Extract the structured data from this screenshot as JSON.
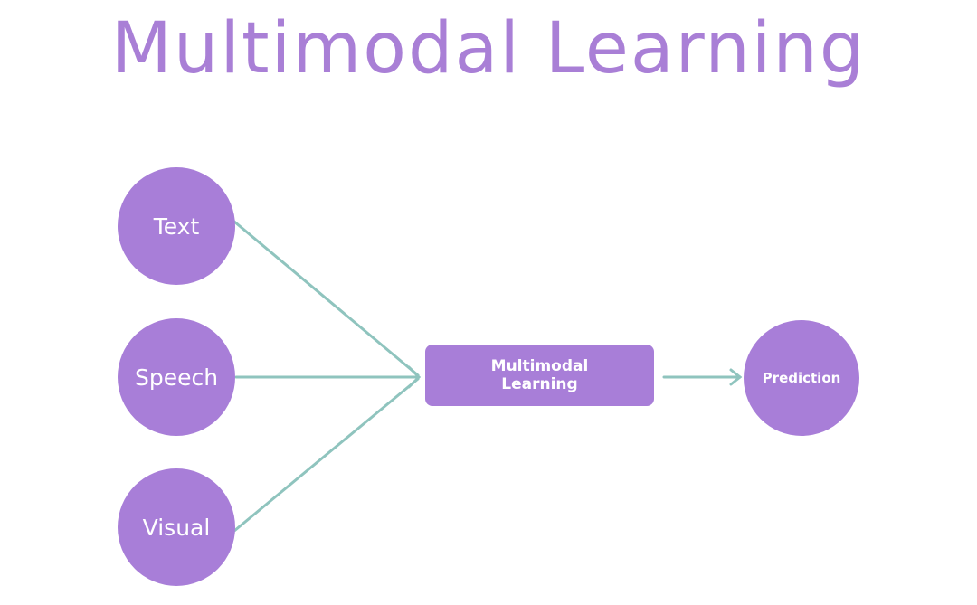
{
  "title": "Multimodal Learning",
  "inputs": [
    {
      "label": "Text"
    },
    {
      "label": "Speech"
    },
    {
      "label": "Visual"
    }
  ],
  "center": {
    "line1": "Multimodal",
    "line2": "Learning"
  },
  "output": {
    "label": "Prediction"
  },
  "colors": {
    "node_fill": "#a87ed8",
    "title_color": "#a97fd6",
    "arrow_color": "#8fc4be",
    "background": "#ffffff"
  }
}
